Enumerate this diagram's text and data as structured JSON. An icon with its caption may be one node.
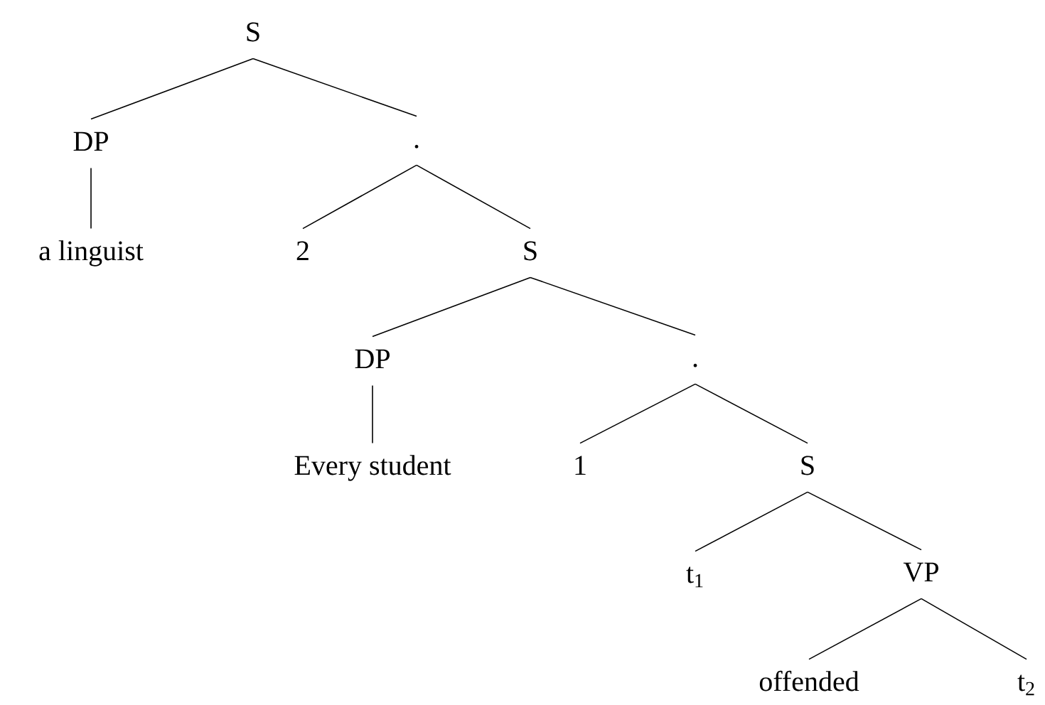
{
  "diagram": {
    "nodes": [
      {
        "text": [
          "S"
        ]
      },
      {
        "text": [
          "DP"
        ]
      },
      {
        "text": [
          "."
        ]
      },
      {
        "text": [
          "a linguist"
        ]
      },
      {
        "text": [
          "2"
        ]
      },
      {
        "text": [
          "S"
        ]
      },
      {
        "text": [
          "DP"
        ]
      },
      {
        "text": [
          "."
        ]
      },
      {
        "text": [
          "Every student"
        ]
      },
      {
        "text": [
          "1"
        ]
      },
      {
        "text": [
          "S"
        ]
      },
      {
        "text": [
          "t$_{1}$"
        ]
      },
      {
        "text": [
          "VP"
        ]
      },
      {
        "text": [
          "offended"
        ]
      },
      {
        "text": [
          "t$_{2}$"
        ]
      }
    ],
    "edges": [
      {
        "from": 0,
        "to": 1,
        "arrow": "none"
      },
      {
        "from": 0,
        "to": 2,
        "arrow": "none"
      },
      {
        "from": 1,
        "to": 3,
        "arrow": "none"
      },
      {
        "from": 2,
        "to": 4,
        "arrow": "none"
      },
      {
        "from": 2,
        "to": 5,
        "arrow": "none"
      },
      {
        "from": 5,
        "to": 6,
        "arrow": "none"
      },
      {
        "from": 5,
        "to": 7,
        "arrow": "none"
      },
      {
        "from": 6,
        "to": 8,
        "arrow": "none"
      },
      {
        "from": 7,
        "to": 9,
        "arrow": "none"
      },
      {
        "from": 7,
        "to": 10,
        "arrow": "none"
      },
      {
        "from": 10,
        "to": 11,
        "arrow": "none"
      },
      {
        "from": 10,
        "to": 12,
        "arrow": "none"
      },
      {
        "from": 12,
        "to": 13,
        "arrow": "none"
      },
      {
        "from": 12,
        "to": 14,
        "arrow": "none"
      }
    ]
  }
}
